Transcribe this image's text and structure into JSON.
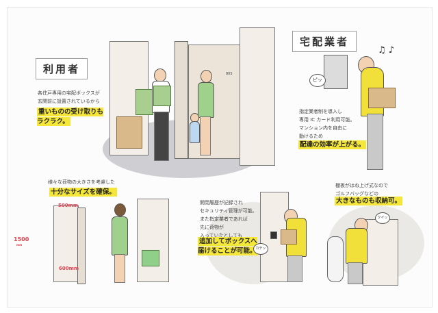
{
  "user_section": {
    "title": "利用者",
    "description": "各住戸専用の宅配ボックスが\n玄関前に設置されているから",
    "highlight": "重いものの受け取りも\nラクラク。"
  },
  "courier_section": {
    "title": "宅配業者",
    "description": "指定業者制を導入し\n専用 IC カード利用可能。\nマンション内を自由に\n動けるため",
    "highlight": "配達の効率が上がる。",
    "sound_label": "ピッ",
    "music_notes": "♫ ♪"
  },
  "size_section": {
    "description": "様々な荷物の大きさを考慮した",
    "highlight": "十分なサイズを確保。",
    "width_label": "500mm",
    "height_label": "1500",
    "height_unit": "mm",
    "depth_label": "600mm"
  },
  "security_section": {
    "description": "開閉履歴が記録され\nセキュリティ管理が可能。\nまた指定業者であれば\n先に荷物が\n入っていたとしても",
    "highlight": "追加してボックスへ\n届けることが可能。",
    "sound_label": "カチッ"
  },
  "shelf_section": {
    "description": "棚板がはね上げ式なので\nゴルフバッグなどの",
    "highlight": "大きなものも収納可。",
    "sound_label": "クイッ"
  },
  "apartment_number": "805",
  "colors": {
    "highlight": "#f5e63a",
    "uniform": "#f2e03a",
    "measure": "#e0434f"
  }
}
